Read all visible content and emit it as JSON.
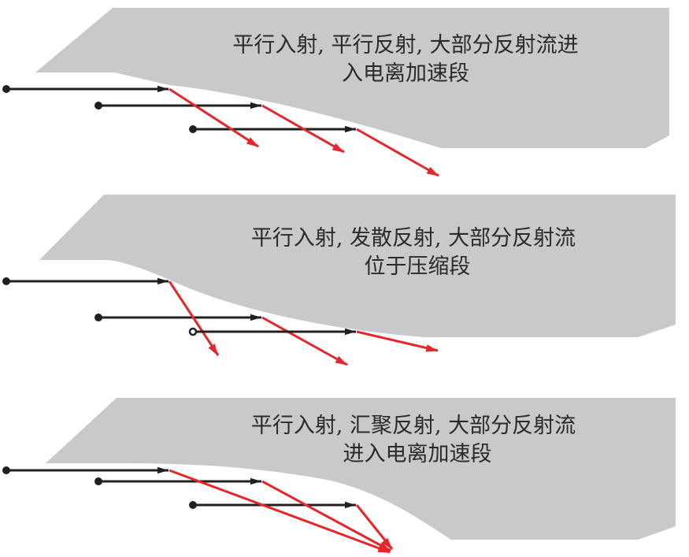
{
  "panels": [
    {
      "caption_line1": "平行入射, 平行反射, 大部分反射流进",
      "caption_line2": "入电离加速段"
    },
    {
      "caption_line1": "平行入射, 发散反射, 大部分反射流",
      "caption_line2": "位于压缩段"
    },
    {
      "caption_line1": "平行入射, 汇聚反射, 大部分反射流",
      "caption_line2": "进入电离加速段"
    }
  ],
  "colors": {
    "surface": "#c8c9cb",
    "incident": "#231f20",
    "reflected": "#e5262a"
  }
}
